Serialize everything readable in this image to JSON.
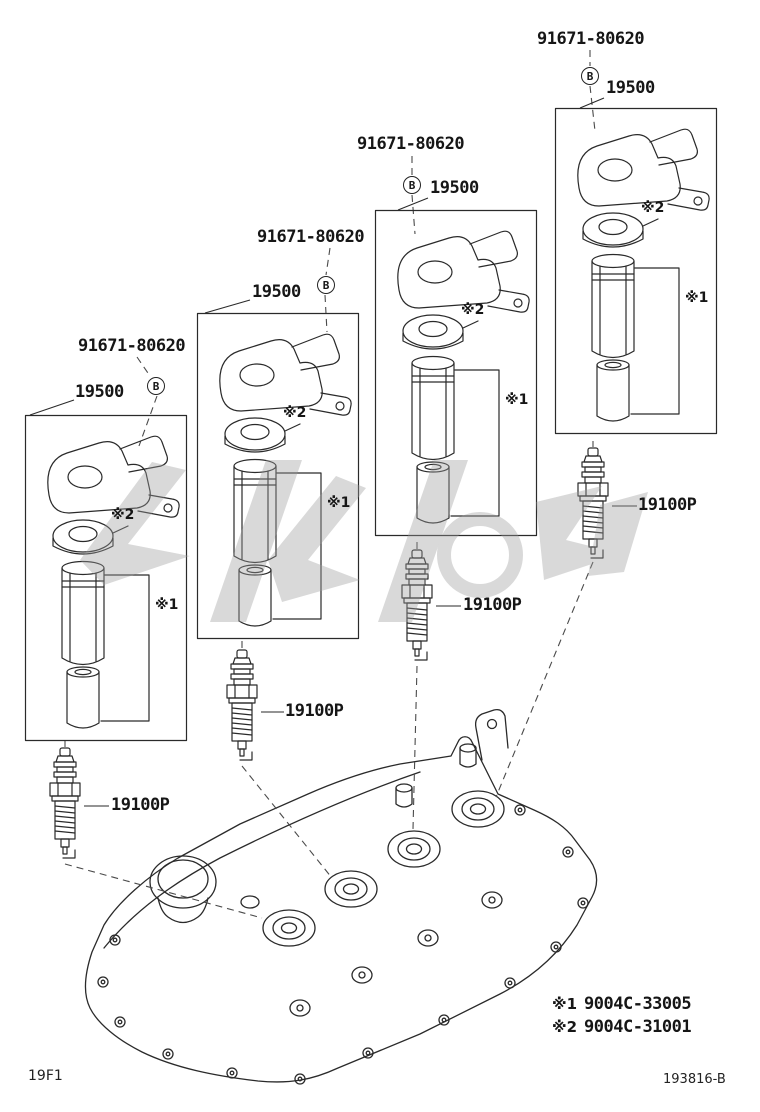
{
  "colors": {
    "ink": "#2a2a2a",
    "watermark": "#9c9c9c"
  },
  "footer": {
    "left_code": "19F1",
    "right_code": "193816-B"
  },
  "legend": {
    "items": [
      {
        "symbol": "※1",
        "part_number": "9004C-33005"
      },
      {
        "symbol": "※2",
        "part_number": "9004C-31001"
      }
    ]
  },
  "assemblies": [
    {
      "bolt_part_number": "91671-80620",
      "bolt_marker": "B",
      "coil_part_number": "19500",
      "washer_symbol": "※2",
      "boot_symbol": "※1",
      "spark_plug_part_number": "19100P"
    },
    {
      "bolt_part_number": "91671-80620",
      "bolt_marker": "B",
      "coil_part_number": "19500",
      "washer_symbol": "※2",
      "boot_symbol": "※1",
      "spark_plug_part_number": "19100P"
    },
    {
      "bolt_part_number": "91671-80620",
      "bolt_marker": "B",
      "coil_part_number": "19500",
      "washer_symbol": "※2",
      "boot_symbol": "※1",
      "spark_plug_part_number": "19100P"
    },
    {
      "bolt_part_number": "91671-80620",
      "bolt_marker": "B",
      "coil_part_number": "19500",
      "washer_symbol": "※2",
      "boot_symbol": "※1",
      "spark_plug_part_number": "19100P"
    }
  ]
}
